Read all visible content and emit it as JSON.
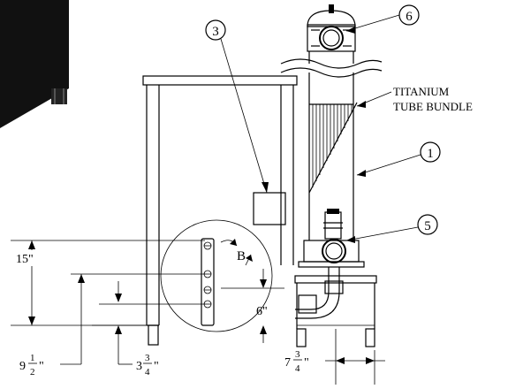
{
  "callouts": {
    "c1": "1",
    "c3": "3",
    "c5": "5",
    "c6": "6",
    "detail": "B"
  },
  "labels": {
    "titanium_line1": "TITANIUM",
    "titanium_line2": "TUBE BUNDLE"
  },
  "dimensions": {
    "d15": "15\"",
    "d6": "6\"",
    "d9_whole": "9",
    "d9_num": "1",
    "d9_den": "2",
    "d9_unit": "\"",
    "d3_whole": "3",
    "d3_num": "3",
    "d3_den": "4",
    "d3_unit": "\"",
    "d7_whole": "7",
    "d7_num": "3",
    "d7_den": "4",
    "d7_unit": "\""
  }
}
